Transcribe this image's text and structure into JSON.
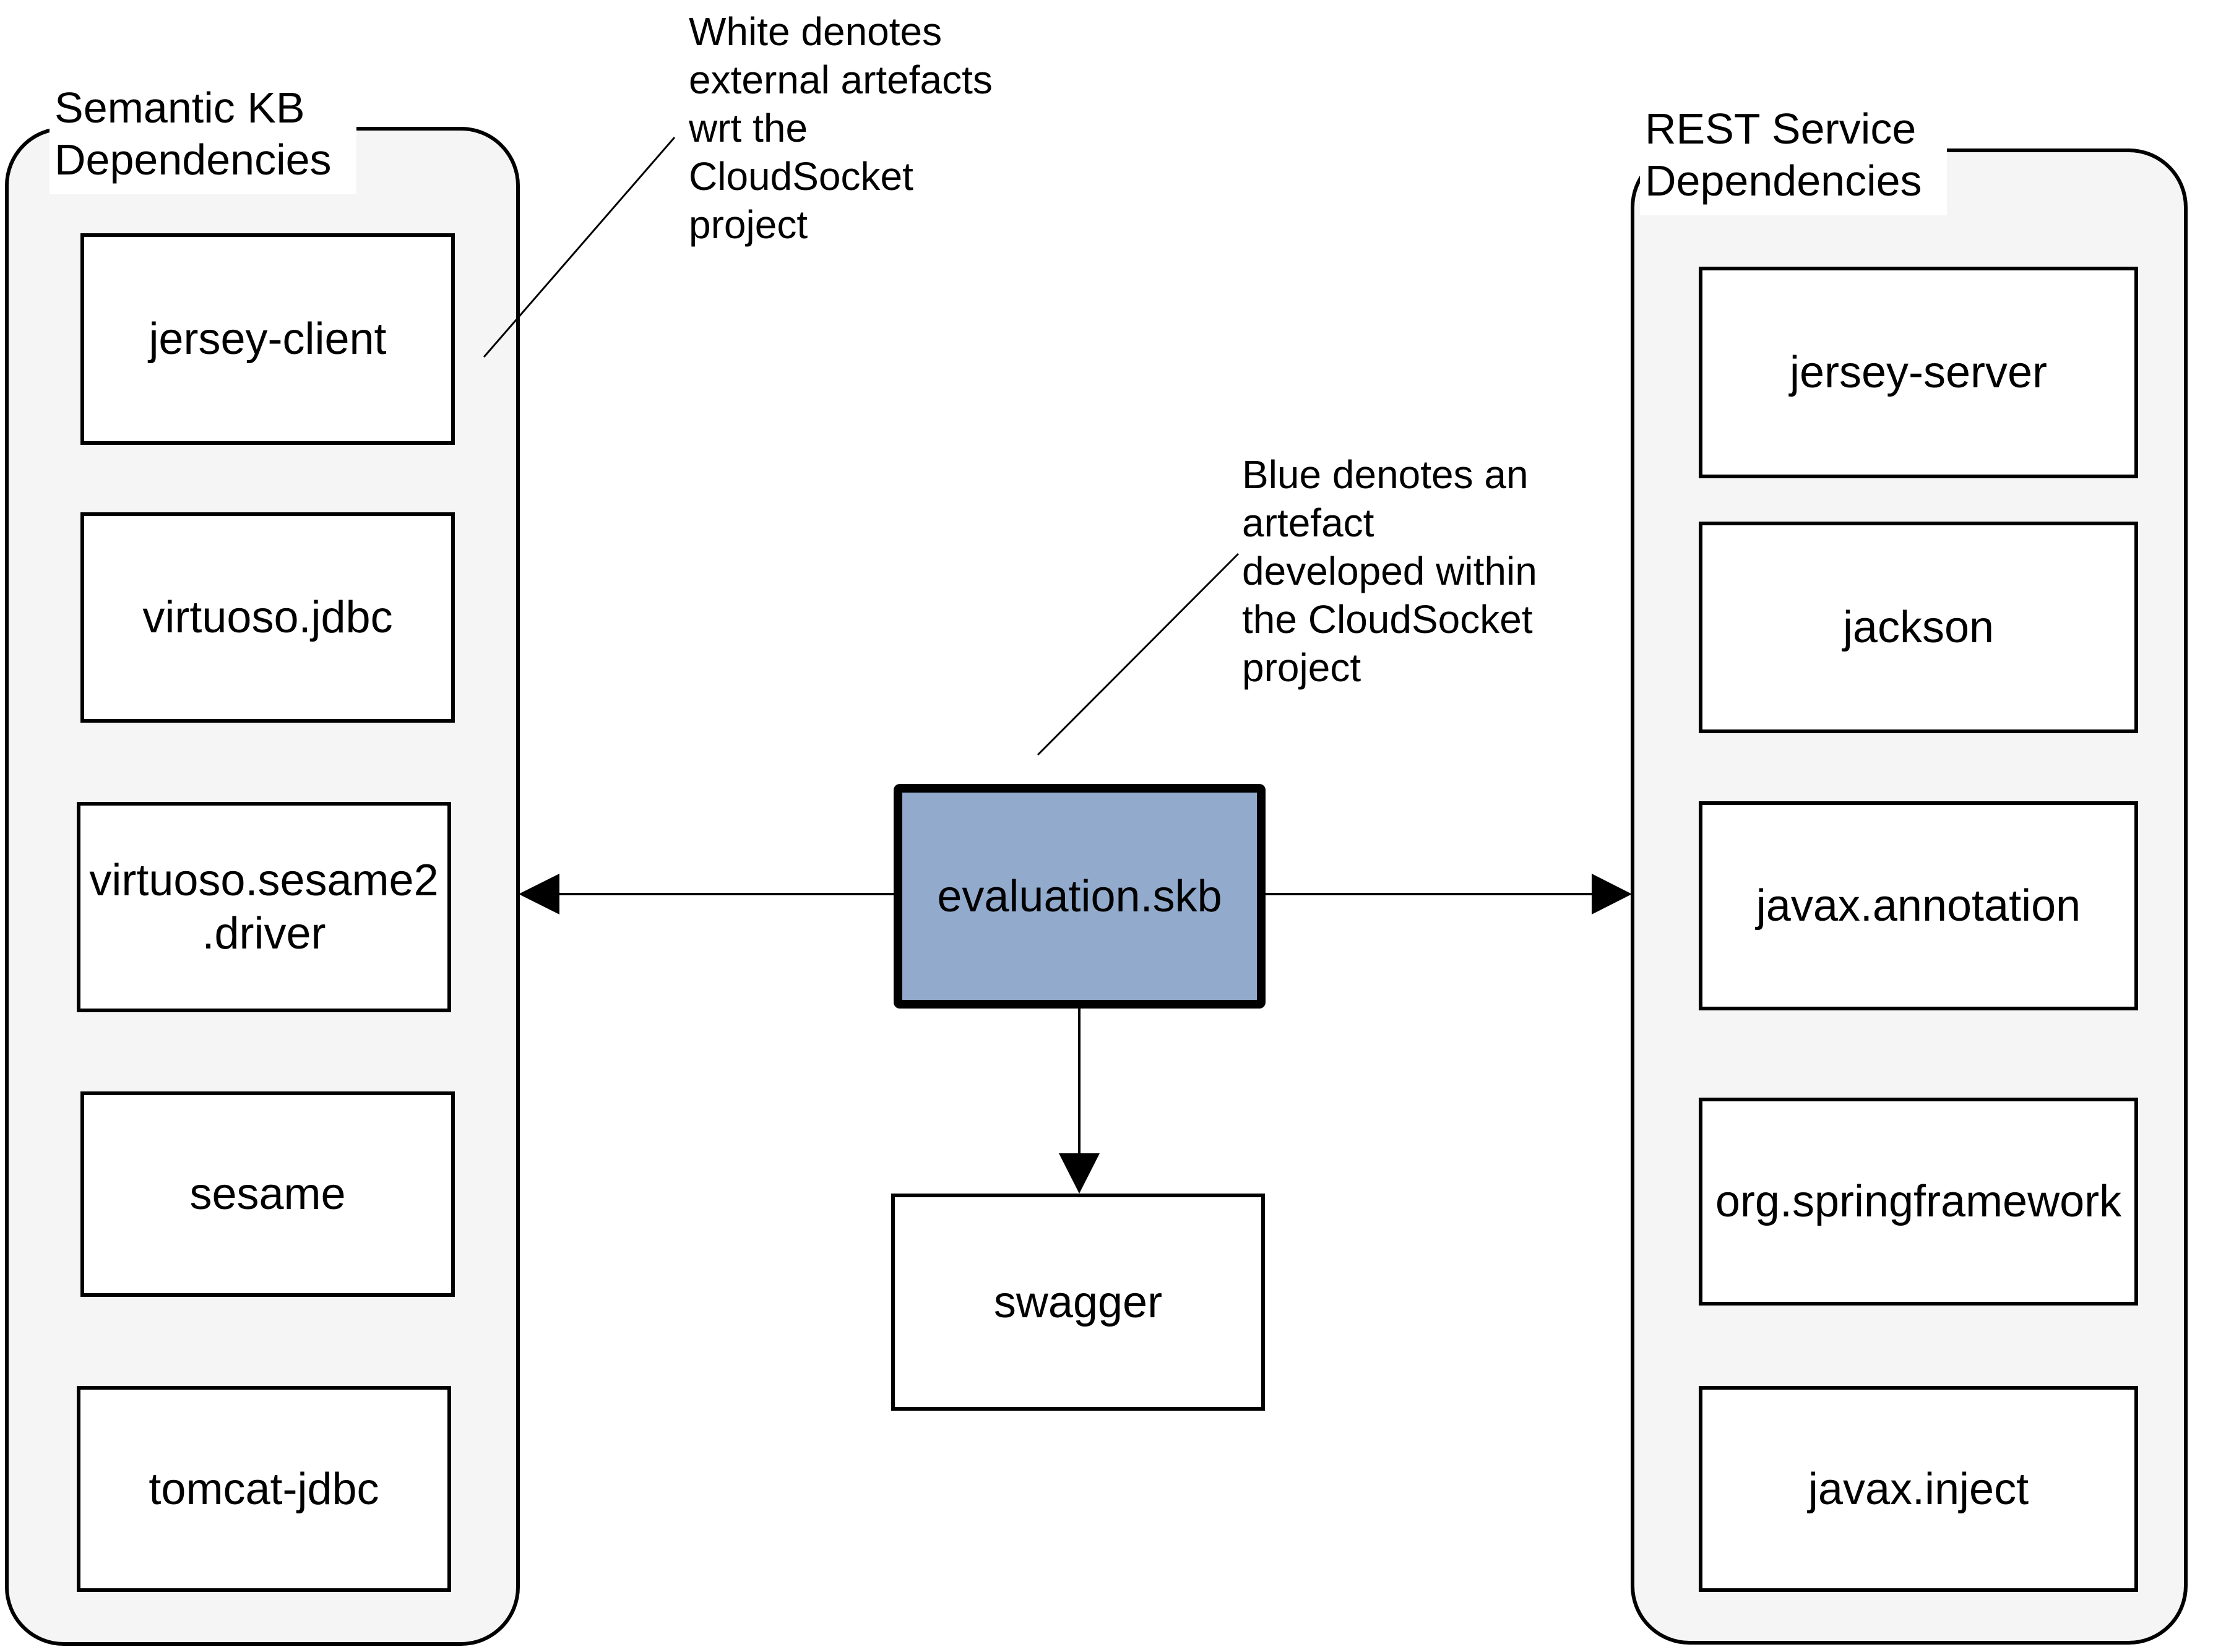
{
  "diagram": {
    "left_group": {
      "title": "Semantic KB\nDependencies",
      "items": [
        "jersey-client",
        "virtuoso.jdbc",
        "virtuoso.sesame2\n.driver",
        "sesame",
        "tomcat-jdbc"
      ]
    },
    "right_group": {
      "title": "REST Service\nDependencies",
      "items": [
        "jersey-server",
        "jackson",
        "javax.annotation",
        "org.springframework",
        "javax.inject"
      ]
    },
    "center": {
      "main_node": "evaluation.skb",
      "child_node": "swagger"
    },
    "notes": {
      "white_note": "White denotes\nexternal artefacts\nwrt the\nCloudSocket\nproject",
      "blue_note": "Blue denotes an\nartefact\ndeveloped within\nthe CloudSocket\nproject"
    },
    "colors": {
      "node_fill": "#FFFFFF",
      "highlight_fill": "#92ABCD",
      "group_fill": "#F5F5F5",
      "line": "#000000",
      "page_bg": "#FFFFFF"
    }
  }
}
